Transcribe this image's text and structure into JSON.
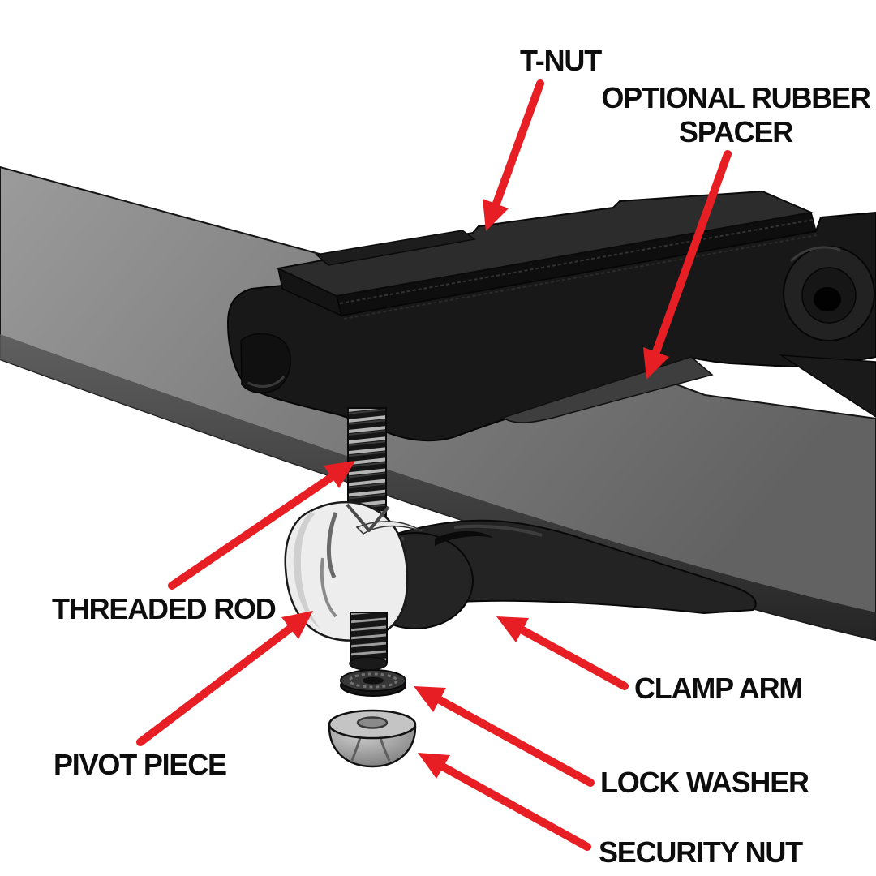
{
  "figure": {
    "background_color": "#ffffff",
    "arrow_color": "#e81e25",
    "label_color": "#0d0d0d",
    "labels": {
      "t_nut": "T-NUT",
      "rubber_spacer": "OPTIONAL RUBBER\nSPACER",
      "threaded_rod": "THREADED ROD",
      "pivot_piece": "PIVOT PIECE",
      "clamp_arm": "CLAMP ARM",
      "lock_washer": "LOCK WASHER",
      "security_nut": "SECURITY NUT"
    },
    "part_colors": {
      "rail": "#7f7f7f",
      "clamp_body": "#181818",
      "t_nut_plate": "#2c2c2c",
      "rubber_spacer": "#3e3e3e",
      "threaded_rod": "#1c1c1c",
      "pivot_piece": "#ededed",
      "clamp_arm": "#232323",
      "lock_washer": "#383838",
      "security_nut": "#9a9a9a"
    }
  }
}
